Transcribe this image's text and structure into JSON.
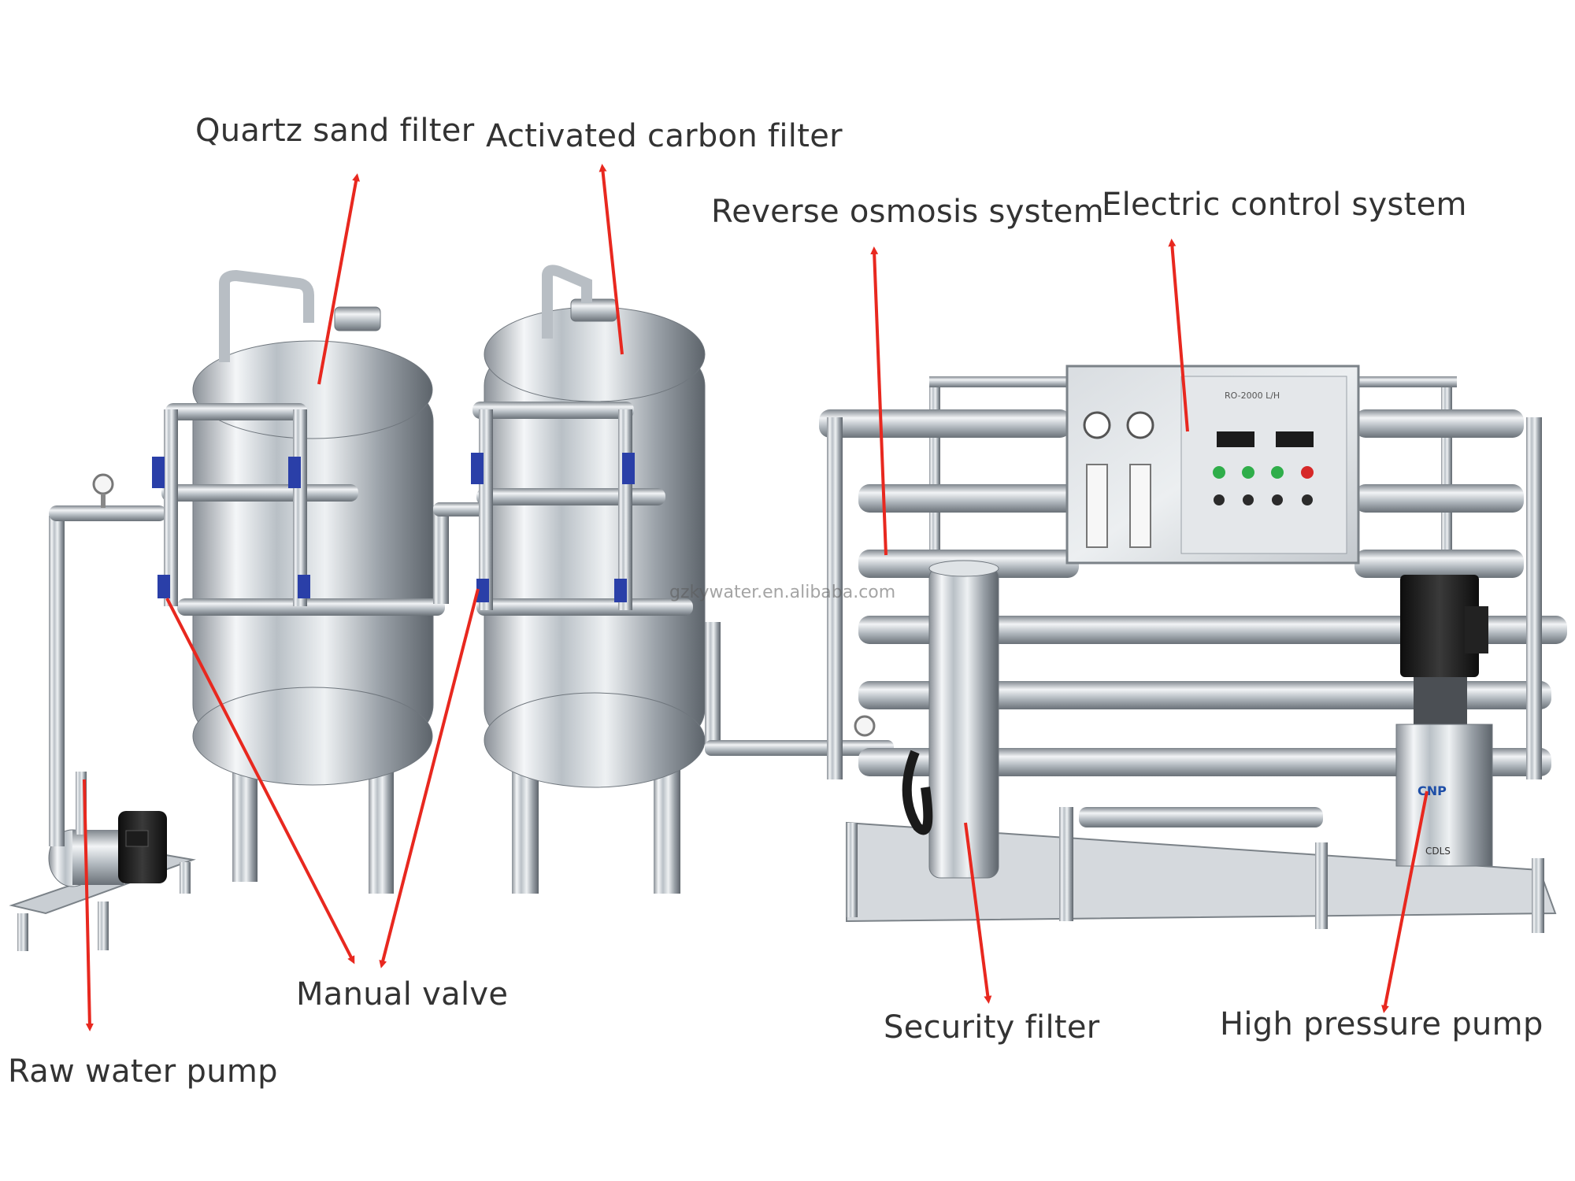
{
  "labels": {
    "quartz_sand_filter": "Quartz sand filter",
    "activated_carbon_filter": "Activated carbon filter",
    "reverse_osmosis_system": "Reverse osmosis system",
    "electric_control_system": "Electric control system",
    "manual_valve": "Manual valve",
    "raw_water_pump": "Raw water pump",
    "security_filter": "Security filter",
    "high_pressure_pump": "High pressure pump"
  },
  "watermark": "gzkywater.en.alibaba.com",
  "panel": {
    "title": "RO-2000 L/H",
    "pump_brand": "CNP",
    "pump_model": "CDLS"
  },
  "colors": {
    "arrow": "#e8281f",
    "label_text": "#333333",
    "steel_light": "#e8ebee",
    "steel_dark": "#8c939a",
    "pump_motor": "#1a1a1a",
    "button_green": "#2fae4a",
    "button_red": "#d62828",
    "valve_blue": "#2a3fa8"
  }
}
